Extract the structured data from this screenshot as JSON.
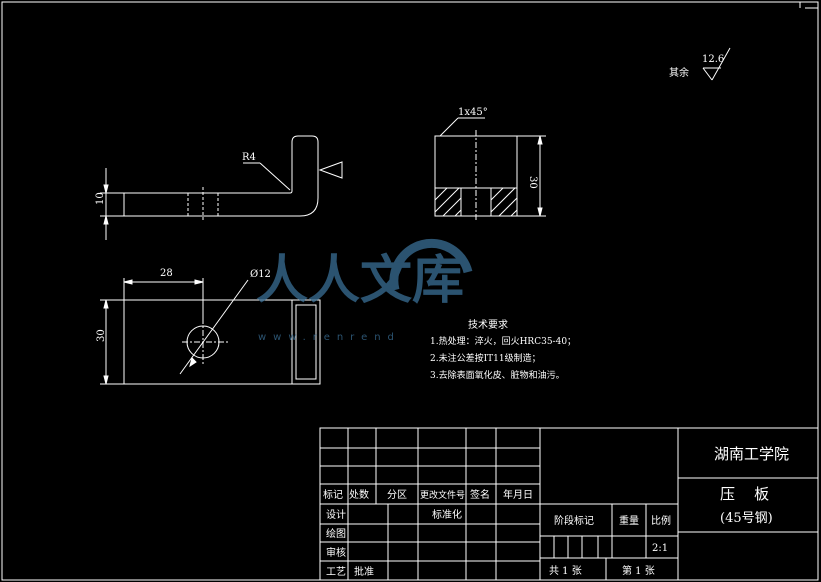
{
  "colors": {
    "background": "#000000",
    "lines": "#ffffff",
    "watermark": "#3a6f96"
  },
  "roughness": {
    "label": "其余",
    "value": "12.6"
  },
  "dimensions": {
    "chamfer": "1x45°",
    "radius": "R4",
    "thickness": "10",
    "bend_height": "30",
    "hole_offset": "28",
    "hole_diameter": "Ø12",
    "plate_width": "30"
  },
  "tech_requirements": {
    "title": "技术要求",
    "items": [
      "1.热处理：淬火，回火HRC35-40；",
      "2.未注公差按IT11级制造；",
      "3.去除表面氧化皮、脏物和油污。"
    ]
  },
  "watermark": {
    "text": "人人文库",
    "url": "www.renrend"
  },
  "title_block": {
    "school": "湖南工学院",
    "part_name": "压    板",
    "material": "(45号钢)",
    "header_labels": [
      "标记",
      "处数",
      "分区",
      "更改文件号",
      "签名",
      "年月日"
    ],
    "row_design": "设计",
    "row_standard": "标准化",
    "row_drawing": "绘图",
    "row_review": "审核",
    "row_process": "工艺",
    "row_approve": "批准",
    "stage_label": "阶段标记",
    "weight_label": "重量",
    "scale_label": "比例",
    "scale_value": "2:1",
    "sheets_total": "共  1  张",
    "sheet_no": "第  1  张"
  }
}
